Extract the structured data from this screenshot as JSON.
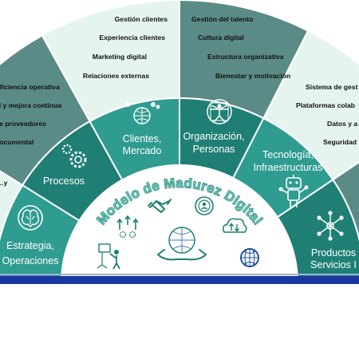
{
  "title": "Modelo de Madurez Digital",
  "segments": [
    {
      "id": "estrategia",
      "title_lines": [
        "Estrategia,",
        "Operaciones"
      ],
      "icon": "brain-icon",
      "items": [
        "…y"
      ]
    },
    {
      "id": "procesos",
      "title_lines": [
        "Procesos"
      ],
      "icon": "gears-icon",
      "items": [
        "Eficiencia operativa",
        "al y mejora continua",
        "de proveedores",
        "documental"
      ]
    },
    {
      "id": "clientes",
      "title_lines": [
        "Clientes,",
        "Mercado"
      ],
      "icon": "globe-people-icon",
      "items": [
        "Gestión clientes",
        "Experiencia clientes",
        "Marketing digital",
        "Relaciones externas"
      ]
    },
    {
      "id": "organizacion",
      "title_lines": [
        "Organización,",
        "Personas"
      ],
      "icon": "vitruvian-man-icon",
      "items": [
        "Gestión del talento",
        "Cultura digital",
        "Estructura organizativa",
        "Bienestar y motivación"
      ]
    },
    {
      "id": "tecnologia",
      "title_lines": [
        "Tecnología,",
        "Infraestructuras"
      ],
      "icon": "robot-icon",
      "items": [
        "Sistema de gest",
        "Plataformas colab",
        "Datos y a",
        "Seguridad"
      ]
    },
    {
      "id": "productos",
      "title_lines": [
        "Productos",
        "Servicios I"
      ],
      "icon": "network-icon",
      "items": []
    }
  ],
  "center_icons": [
    "handshake-icon",
    "target-person-icon",
    "arrows-network-icon",
    "cloud-transfer-icon",
    "binary-globe-hands-icon",
    "presenter-icon",
    "worldwide-web-icon"
  ],
  "colors": {
    "outer_light": "#e6f4ef",
    "outer_dark": "#5b8b86",
    "inner_teal": "#2f9c90",
    "inner_dark": "#1f7f75",
    "center_fill": "#ffffff",
    "bottom_bar": "#1b37a0",
    "title_fill": "#5fc6b5",
    "title_stroke": "#0f5a52"
  }
}
